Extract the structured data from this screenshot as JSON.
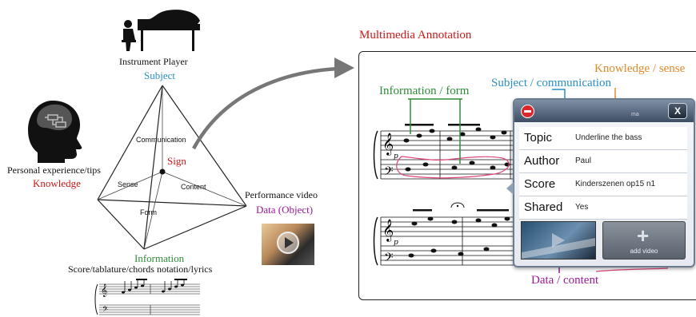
{
  "left": {
    "instrument_player": "Instrument Player",
    "subject": "Subject",
    "personal_experience": "Personal experience/tips",
    "knowledge": "Knowledge",
    "sign": "Sign",
    "communication": "Communication",
    "sense": "Sense",
    "content": "Content",
    "form": "Form",
    "performance_video": "Performance video",
    "data_object": "Data (Object)",
    "information": "Information",
    "score_notation": "Score/tablature/chords notation/lyrics"
  },
  "right": {
    "title": "Multimedia Annotation",
    "information_form": "Information / form",
    "subject_communication": "Subject / communication",
    "knowledge_sense": "Knowledge / sense",
    "data_content": "Data / content"
  },
  "panel": {
    "header_faint": "ma",
    "close_label": "X",
    "rows": [
      {
        "key": "Topic",
        "value": "Underline the bass"
      },
      {
        "key": "Author",
        "value": "Paul"
      },
      {
        "key": "Score",
        "value": "Kinderszenen op15 n1"
      },
      {
        "key": "Shared",
        "value": "Yes"
      }
    ],
    "add_video_label": "add video"
  },
  "colors": {
    "red": "#d01818",
    "blue": "#2a8fc7",
    "green": "#2e8b3a",
    "purple": "#a0189a",
    "orange": "#e08a2a"
  }
}
